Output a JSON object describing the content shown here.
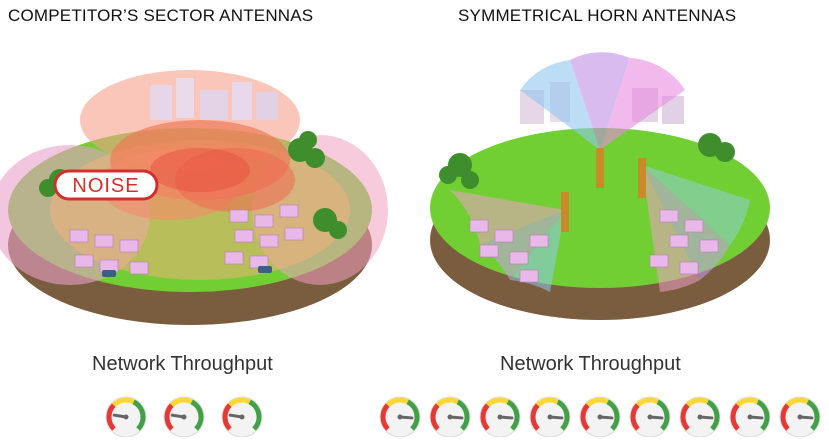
{
  "left_panel": {
    "title": "COMPETITOR’S SECTOR ANTENNAS",
    "noise_label": "NOISE",
    "throughput_label": "Network Throughput",
    "gauge_count": 3,
    "gauge_level": 0.2
  },
  "right_panel": {
    "title": "SYMMETRICAL HORN ANTENNAS",
    "throughput_label": "Network Throughput",
    "gauge_count": 9,
    "gauge_level": 0.85
  },
  "colors": {
    "grass": "#6fcf2f",
    "soil": "#8a6a4a",
    "noise": "#e84a3a",
    "gauge_red": "#e53935",
    "gauge_yellow": "#fdd835",
    "gauge_green": "#43a047"
  }
}
